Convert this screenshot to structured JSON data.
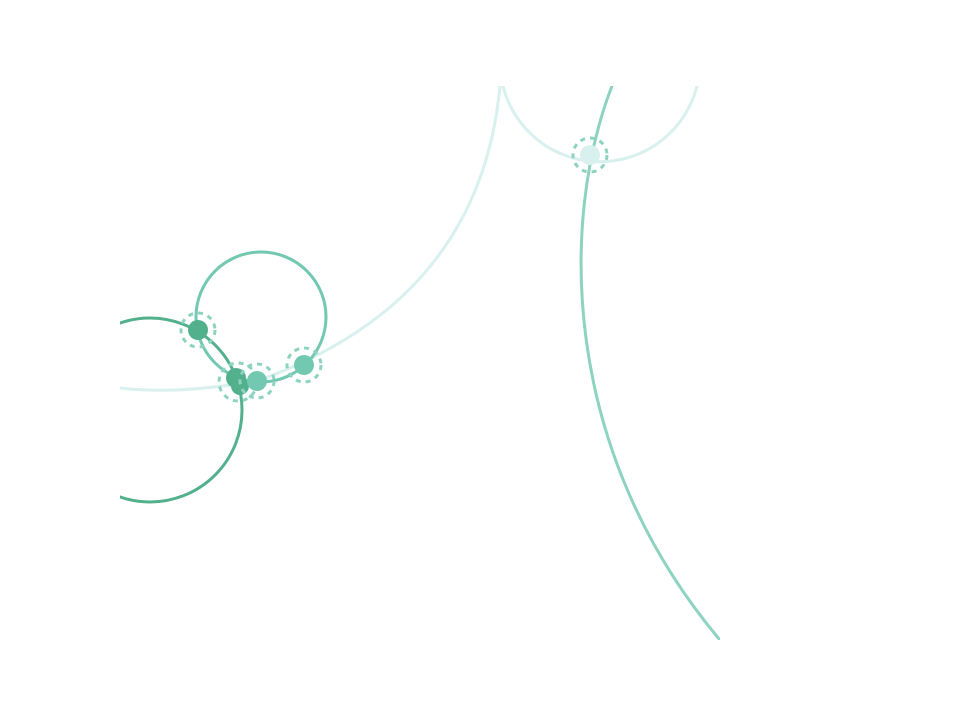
{
  "colors": {
    "background": "#ffffff",
    "dark_green": "#52b08c",
    "mid_green": "#72c8b0",
    "light_green": "#8dd3bf",
    "pale_teal": "#d8f0ee"
  },
  "arcs": [
    {
      "id": "pale-arc-large",
      "color": "pale_teal"
    },
    {
      "id": "pale-arc-top",
      "color": "pale_teal"
    },
    {
      "id": "green-arc-large",
      "color": "light_green"
    },
    {
      "id": "green-circle-small",
      "color": "mid_green"
    },
    {
      "id": "green-circle-left",
      "color": "dark_green"
    }
  ],
  "markers": [
    {
      "id": "marker-top",
      "color": "pale_teal",
      "ring": "light_green"
    },
    {
      "id": "marker-left",
      "color": "dark_green",
      "ring": "light_green"
    },
    {
      "id": "marker-center-a",
      "color": "dark_green",
      "ring": "light_green"
    },
    {
      "id": "marker-center-b",
      "color": "mid_green",
      "ring": "light_green"
    },
    {
      "id": "marker-right",
      "color": "mid_green",
      "ring": "light_green"
    }
  ]
}
